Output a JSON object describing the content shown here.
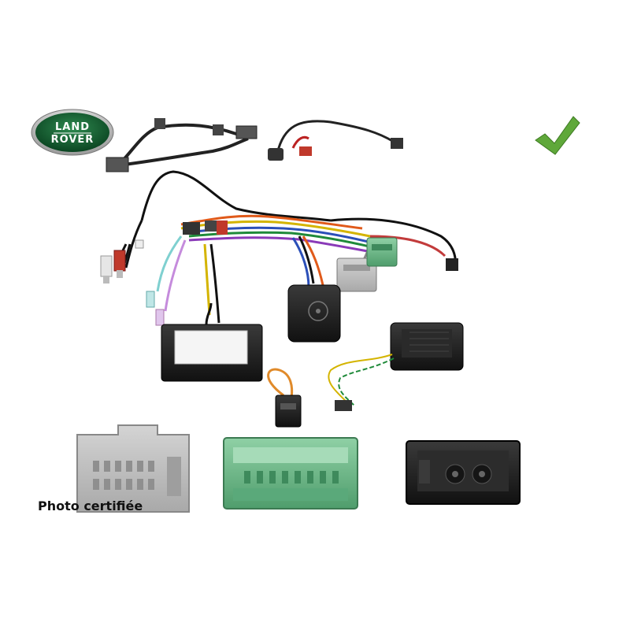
{
  "logo": {
    "line1": "LAND",
    "line2": "ROVER"
  },
  "caption": "Photo certifiée",
  "colors": {
    "logo_green": "#0e5b2e",
    "check_green": "#5fa83a",
    "connector_gray": "#b8b8b8",
    "connector_green": "#6fb98a",
    "module_black": "#1e1e1e"
  },
  "icons": [
    "land-rover-logo",
    "checkmark-icon"
  ]
}
